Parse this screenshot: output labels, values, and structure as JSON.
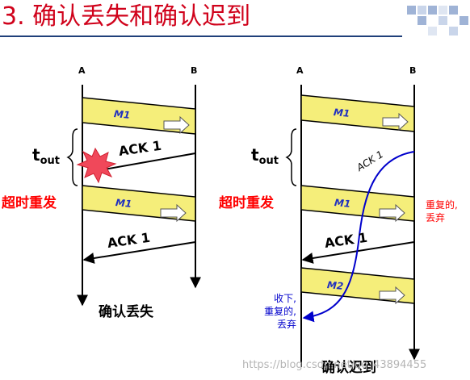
{
  "title": "3. 确认丢失和确认迟到",
  "left_diagram": {
    "endpoint_a": "A",
    "endpoint_b": "B",
    "frame_top": "M1",
    "timeout_label": "t",
    "timeout_sub": "out",
    "ack_lost": "ACK 1",
    "retransmit_label": "超时重发",
    "frame_retransmit": "M1",
    "ack_second": "ACK 1",
    "caption": "确认丢失"
  },
  "right_diagram": {
    "endpoint_a": "A",
    "endpoint_b": "B",
    "frame_top": "M1",
    "timeout_label": "t",
    "timeout_sub": "out",
    "ack_late": "ACK 1",
    "retransmit_label": "超时重发",
    "frame_retransmit": "M1",
    "duplicate_note_line1": "重复的,",
    "duplicate_note_line2": "丢弃",
    "ack_second": "ACK 1",
    "frame_next": "M2",
    "received_note_line1": "收下,",
    "received_note_line2": "重复的,",
    "received_note_line3": "丢弃",
    "caption": "确认迟到"
  },
  "watermark": "https://blog.csdn.net/qq_43894455",
  "colors": {
    "title": "#d0021b",
    "frame_fill": "#f5ee7a",
    "red": "#ff0000",
    "blue": "#0000cc",
    "explosion": "#f0485a"
  }
}
